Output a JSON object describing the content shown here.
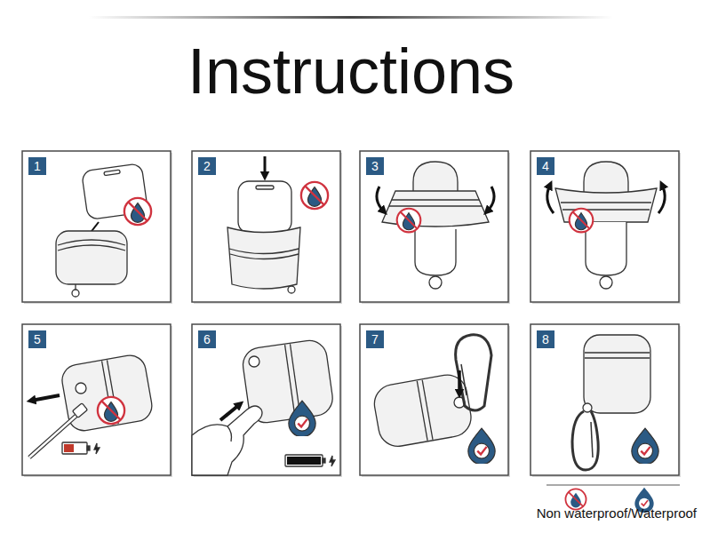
{
  "diagram": {
    "title": "Instructions",
    "nodes": [
      {
        "text": [
          "1"
        ]
      },
      {
        "text": [
          "2"
        ]
      },
      {
        "text": [
          "3"
        ]
      },
      {
        "text": [
          "4"
        ]
      },
      {
        "text": [
          "5"
        ]
      },
      {
        "text": [
          "6"
        ]
      },
      {
        "text": [
          "7"
        ]
      },
      {
        "text": [
          "8"
        ]
      }
    ],
    "legend": [
      {
        "text": "Non waterproof/Waterproof"
      }
    ]
  }
}
